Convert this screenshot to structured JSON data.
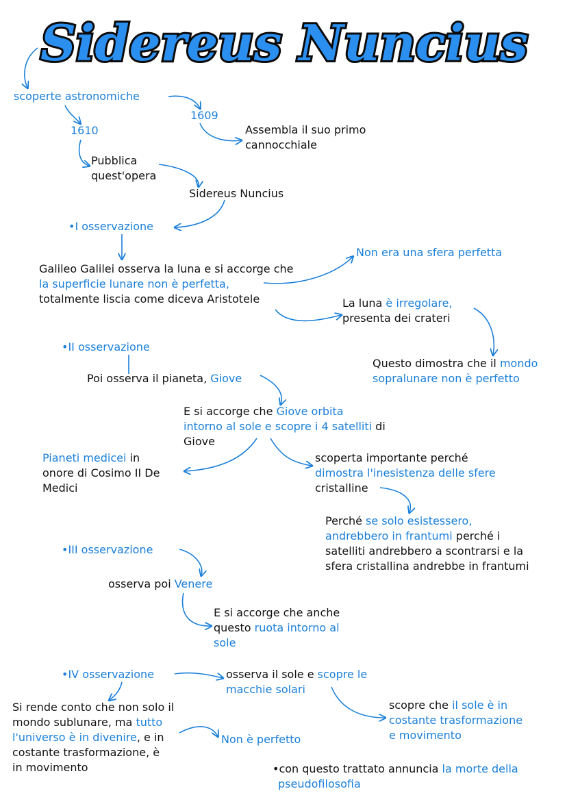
{
  "title": "Sidereus Nuncius",
  "nodes": {
    "scoperte": "scoperte astronomiche",
    "y1609": "1609",
    "y1610": "1610",
    "cannocchiale_1": "Assembla il suo primo",
    "cannocchiale_2": "cannocchiale",
    "pubblica_1": "Pubblica",
    "pubblica_2": "quest'opera",
    "sidereus": "Sidereus Nuncius",
    "obs1": "•I osservazione",
    "luna_1": "Galileo Galilei osserva la luna e si accorge che",
    "luna_2": "la superficie lunare non è perfetta,",
    "luna_3": "totalmente liscia come diceva Aristotele",
    "sfera": "Non era una sfera perfetta",
    "irregolare_a": "La luna ",
    "irregolare_b": "è irregolare,",
    "irregolare_2": "presenta dei crateri",
    "mondo_1a": "Questo dimostra che il ",
    "mondo_1b": "mondo",
    "mondo_2": "sopralunare non è perfetto",
    "obs2": "•II osservazione",
    "giove_a": "Poi osserva il pianeta, ",
    "giove_b": "Giove",
    "orbita_1a": "E si accorge che ",
    "orbita_1b": "Giove orbita",
    "orbita_2a": "intorno al sole e scopre i 4 satelliti",
    "orbita_2b": " di",
    "orbita_3": "Giove",
    "medicei_1a": "Pianeti medicei",
    "medicei_1b": " in",
    "medicei_2": "onore di Cosimo II De",
    "medicei_3": "Medici",
    "scoperta_1": "scoperta importante perché",
    "scoperta_2": "dimostra l'inesistenza delle sfere",
    "scoperta_3": "cristalline",
    "perche_1a": "Perché ",
    "perche_1b": "se solo esistessero,",
    "perche_2a": "andrebbero in frantumi",
    "perche_2b": " perché i",
    "perche_3": "satelliti andrebbero a scontrarsi e la",
    "perche_4": "sfera cristallina andrebbe in frantumi",
    "obs3": "•III osservazione",
    "venere_a": "osserva poi ",
    "venere_b": "Venere",
    "ruota_1": "E si accorge che anche",
    "ruota_2a": "questo ",
    "ruota_2b": "ruota intorno al",
    "ruota_3": "sole",
    "obs4": "•IV osservazione",
    "sole_1a": "osserva il sole e ",
    "sole_1b": "scopre le",
    "sole_2": "macchie solari",
    "trasf_1a": "scopre che ",
    "trasf_1b": "il sole è in",
    "trasf_2": "costante trasformazione",
    "trasf_3": "e movimento",
    "universo_1": "Si rende conto che non solo il",
    "universo_2a": "mondo sublunare, ma ",
    "universo_2b": "tutto",
    "universo_3a": "l'universo è in divenire",
    "universo_3b": ", e in",
    "universo_4": "costante trasformazione, è",
    "universo_5": "in movimento",
    "nonperfetto": "Non è perfetto",
    "trattato_1a": "•con questo trattato annuncia ",
    "trattato_1b": "la morte della",
    "trattato_2": "pseudofilosofia"
  },
  "colors": {
    "accent": "#1a7fd9",
    "title_fill": "#2b8ff0",
    "text": "#111111"
  }
}
